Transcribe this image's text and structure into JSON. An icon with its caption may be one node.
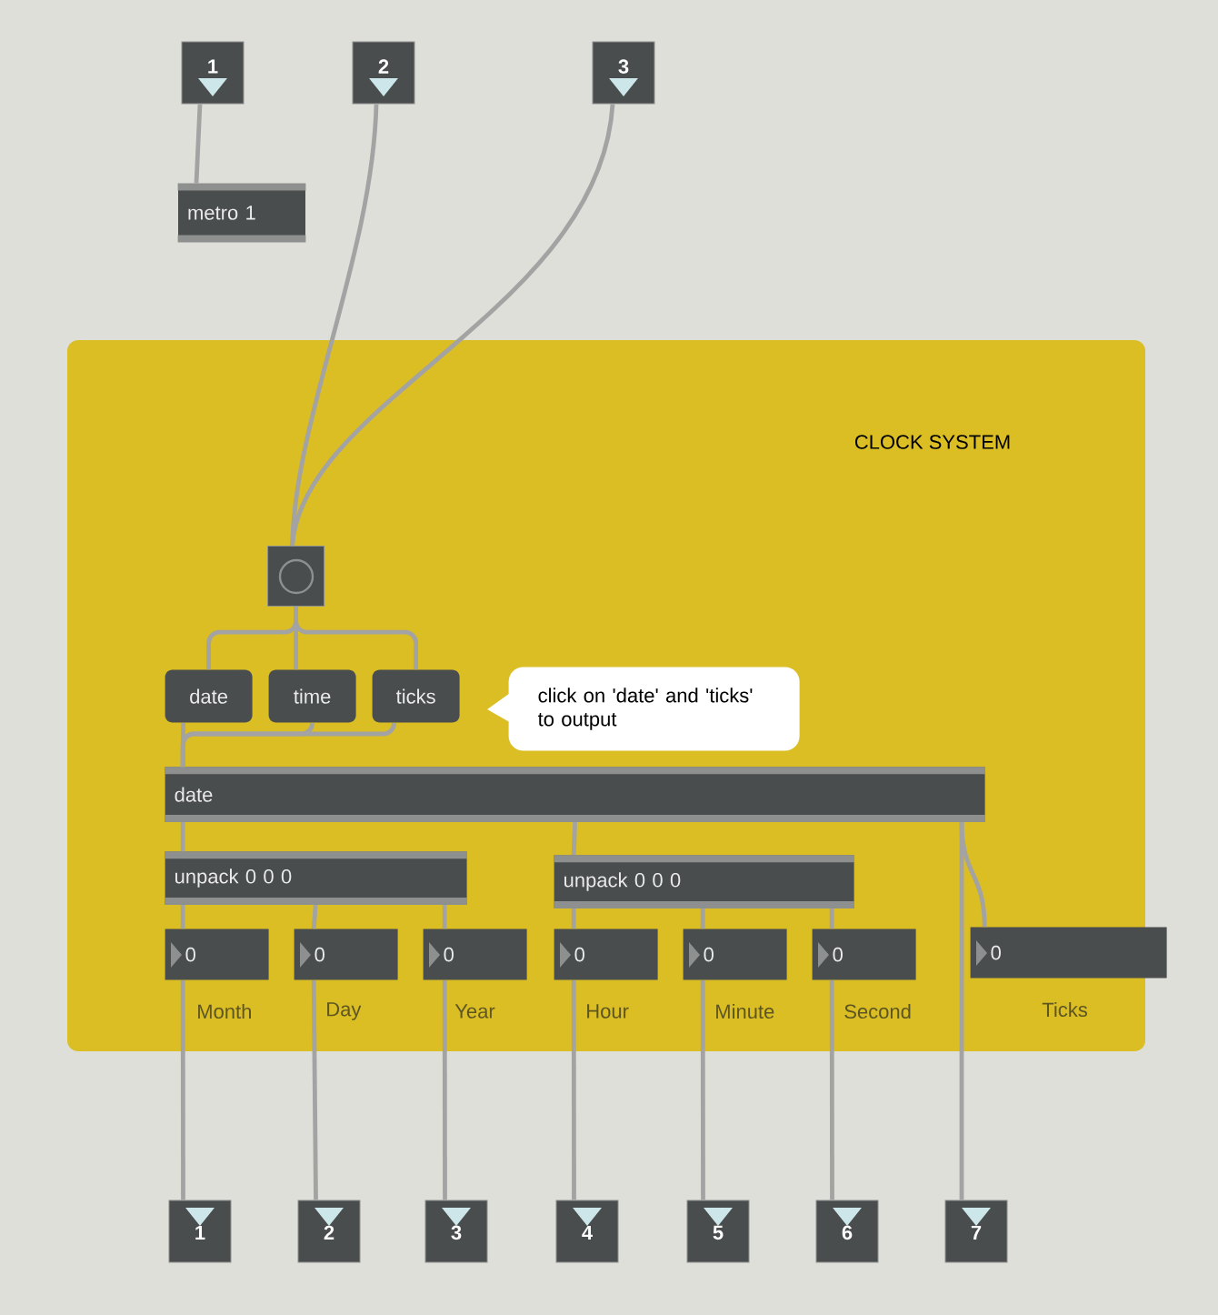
{
  "diagram": {
    "nodes": [
      {
        "text": [
          "1"
        ]
      },
      {
        "text": [
          "2"
        ]
      },
      {
        "text": [
          "3"
        ]
      },
      {
        "text": [
          "metro 1"
        ]
      },
      {
        "text": [
          "CLOCK SYSTEM"
        ]
      },
      {
        "text": [],
        "shape": "box",
        "in": 4
      },
      {
        "text": [
          "date"
        ],
        "in": 4
      },
      {
        "text": [
          "time"
        ],
        "in": 4
      },
      {
        "text": [
          "ticks"
        ],
        "in": 4
      },
      {
        "text": [
          "click on 'date' and 'ticks' to output"
        ],
        "in": 4
      },
      {
        "text": [
          "date"
        ],
        "in": 4
      },
      {
        "text": [
          "unpack 0 0 0"
        ],
        "in": 4
      },
      {
        "text": [
          "unpack 0 0 0"
        ],
        "in": 4
      },
      {
        "text": [
          "0"
        ],
        "beside": [
          "Month"
        ],
        "in": 4
      },
      {
        "text": [
          "0"
        ],
        "beside": [
          "Day"
        ],
        "in": 4
      },
      {
        "text": [
          "0"
        ],
        "beside": [
          "Year"
        ],
        "in": 4
      },
      {
        "text": [
          "0"
        ],
        "beside": [
          "Hour"
        ],
        "in": 4
      },
      {
        "text": [
          "0"
        ],
        "beside": [
          "Minute"
        ],
        "in": 4
      },
      {
        "text": [
          "0"
        ],
        "beside": [
          "Second"
        ],
        "in": 4
      },
      {
        "text": [
          "0"
        ],
        "beside": [
          "Ticks"
        ],
        "in": 4
      },
      {
        "text": [
          "1"
        ]
      },
      {
        "text": [
          "2"
        ]
      },
      {
        "text": [
          "3"
        ]
      },
      {
        "text": [
          "4"
        ]
      },
      {
        "text": [
          "5"
        ]
      },
      {
        "text": [
          "6"
        ]
      },
      {
        "text": [
          "7"
        ]
      }
    ],
    "edges": [
      {
        "from": 0,
        "to": 3,
        "arrow": "none"
      },
      {
        "from": 1,
        "to": 5,
        "arrow": "none"
      },
      {
        "from": 2,
        "to": 5,
        "arrow": "none"
      },
      {
        "from": 5,
        "to": 6,
        "arrow": "none"
      },
      {
        "from": 5,
        "to": 7,
        "arrow": "none"
      },
      {
        "from": 5,
        "to": 8,
        "arrow": "none"
      },
      {
        "from": 6,
        "to": 10,
        "arrow": "none"
      },
      {
        "from": 7,
        "to": 10,
        "arrow": "none"
      },
      {
        "from": 8,
        "to": 10,
        "arrow": "none"
      },
      {
        "from": 10,
        "to": 11,
        "arrow": "none"
      },
      {
        "from": 10,
        "to": 12,
        "arrow": "none"
      },
      {
        "from": 10,
        "to": 19,
        "arrow": "none"
      },
      {
        "from": 10,
        "to": 26,
        "arrow": "none"
      },
      {
        "from": 11,
        "to": 13,
        "arrow": "none"
      },
      {
        "from": 11,
        "to": 14,
        "arrow": "none"
      },
      {
        "from": 11,
        "to": 15,
        "arrow": "none"
      },
      {
        "from": 12,
        "to": 16,
        "arrow": "none"
      },
      {
        "from": 12,
        "to": 17,
        "arrow": "none"
      },
      {
        "from": 12,
        "to": 18,
        "arrow": "none"
      },
      {
        "from": 13,
        "to": 20,
        "arrow": "none"
      },
      {
        "from": 14,
        "to": 21,
        "arrow": "none"
      },
      {
        "from": 15,
        "to": 22,
        "arrow": "none"
      },
      {
        "from": 16,
        "to": 23,
        "arrow": "none"
      },
      {
        "from": 17,
        "to": 24,
        "arrow": "none"
      },
      {
        "from": 18,
        "to": 25,
        "arrow": "none"
      }
    ]
  }
}
